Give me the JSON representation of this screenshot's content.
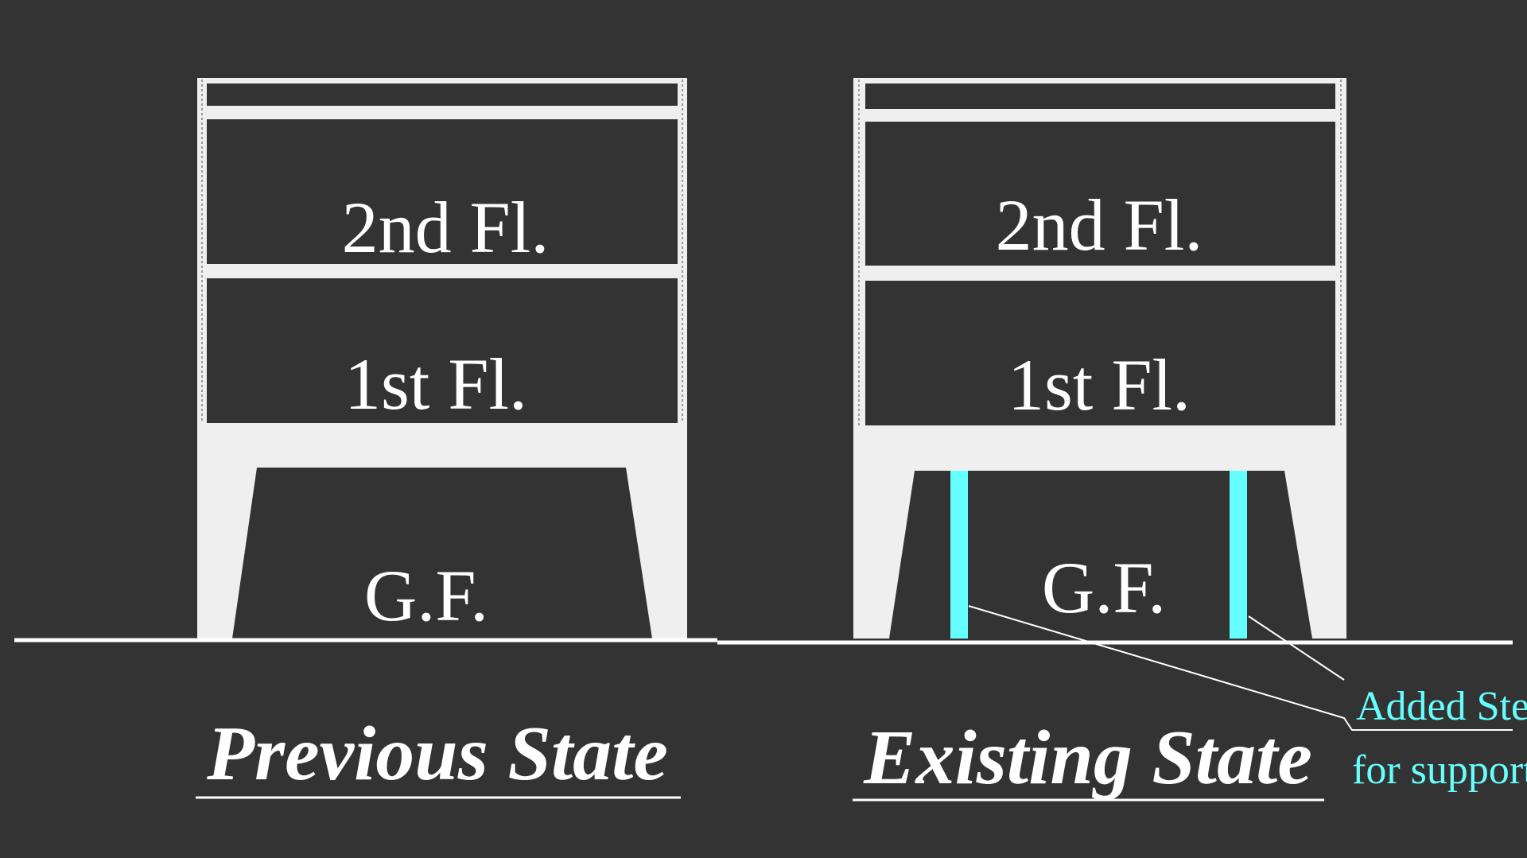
{
  "diagram": {
    "colors": {
      "background": "#333333",
      "structure": "#efefef",
      "steel": "#66ffff",
      "text": "#ffffff"
    },
    "previous": {
      "floor_2": "2nd Fl.",
      "floor_1": "1st Fl.",
      "ground": "G.F.",
      "caption": "Previous State"
    },
    "existing": {
      "floor_2": "2nd Fl.",
      "floor_1": "1st Fl.",
      "ground": "G.F.",
      "caption": "Existing State"
    },
    "annotation": {
      "line_1": "Added Steel",
      "line_2": "for support"
    }
  }
}
